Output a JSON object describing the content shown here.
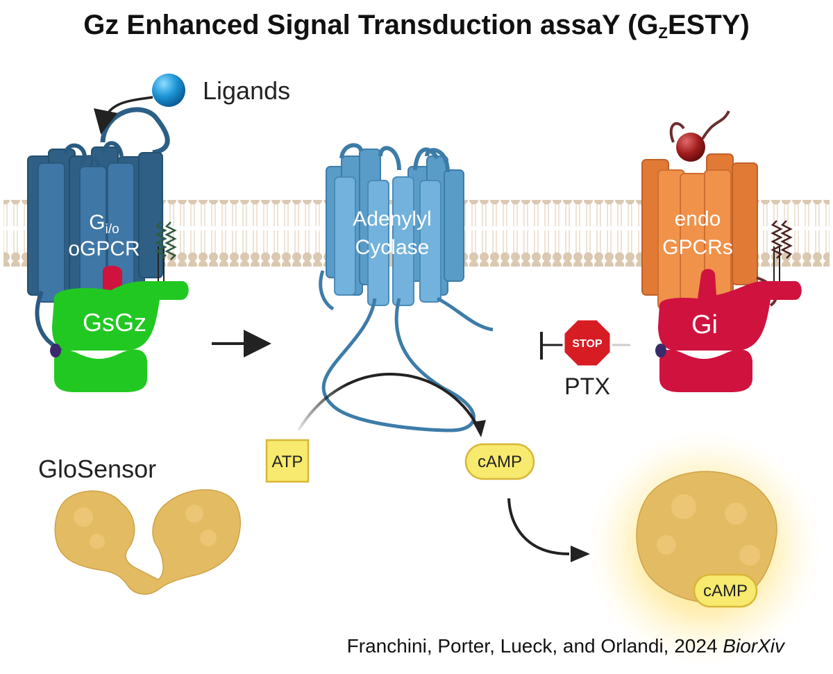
{
  "title": {
    "main": "Gz Enhanced Signal Transduction assaY (G",
    "sub": "Z",
    "tail": "ESTY)"
  },
  "labels": {
    "ligands": "Ligands",
    "receptor_line1_main": "G",
    "receptor_line1_sub": "i/o",
    "receptor_line2": "oGPCR",
    "gsgz": "GsGz",
    "adenylyl_line1": "Adenylyl",
    "adenylyl_line2": "Cyclase",
    "endo_line1": "endo",
    "endo_line2": "GPCRs",
    "gi": "Gi",
    "stop": "STOP",
    "ptx": "PTX",
    "atp": "ATP",
    "camp": "cAMP",
    "camp_bound": "cAMP",
    "glosensor": "GloSensor"
  },
  "citation": {
    "authors": "Franchini, Porter, Lueck, and Orlandi, 2024 ",
    "source": "BiorXiv"
  },
  "colors": {
    "ogpcr": "#2f5f85",
    "adenylyl": "#5a9cc8",
    "endo": "#e07a35",
    "gsgz": "#22c822",
    "gi": "#d0123f",
    "glosensor": "#e3bb62",
    "camp_fill": "#f7ea6e",
    "membrane": "#dcc9b2"
  }
}
